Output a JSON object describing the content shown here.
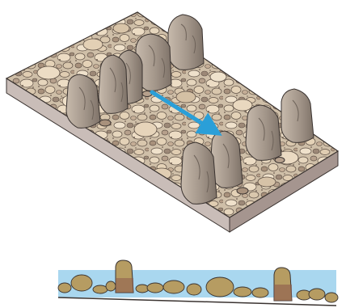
{
  "diagram": {
    "views": [
      "isometric-riverbed-block",
      "side-profile"
    ],
    "elements": {
      "riverbed": "cobble-riverbed",
      "boulder_rows": [
        "upstream-boulder-row",
        "downstream-boulder-row"
      ],
      "flow": "flow-arrow",
      "water": "water-surface"
    },
    "colors": {
      "slab_side": "#c9bdb8",
      "slab_front": "#a5958f",
      "cobble_fill": "#e1cfb6",
      "boulder_fill": "#a89a8c",
      "boulder_dark": "#7d7065",
      "arrow": "#2a9fd8",
      "water": "#a9d7ef",
      "profile_rock": "#b69c62",
      "profile_rock_dark": "#8c5a4c"
    }
  }
}
